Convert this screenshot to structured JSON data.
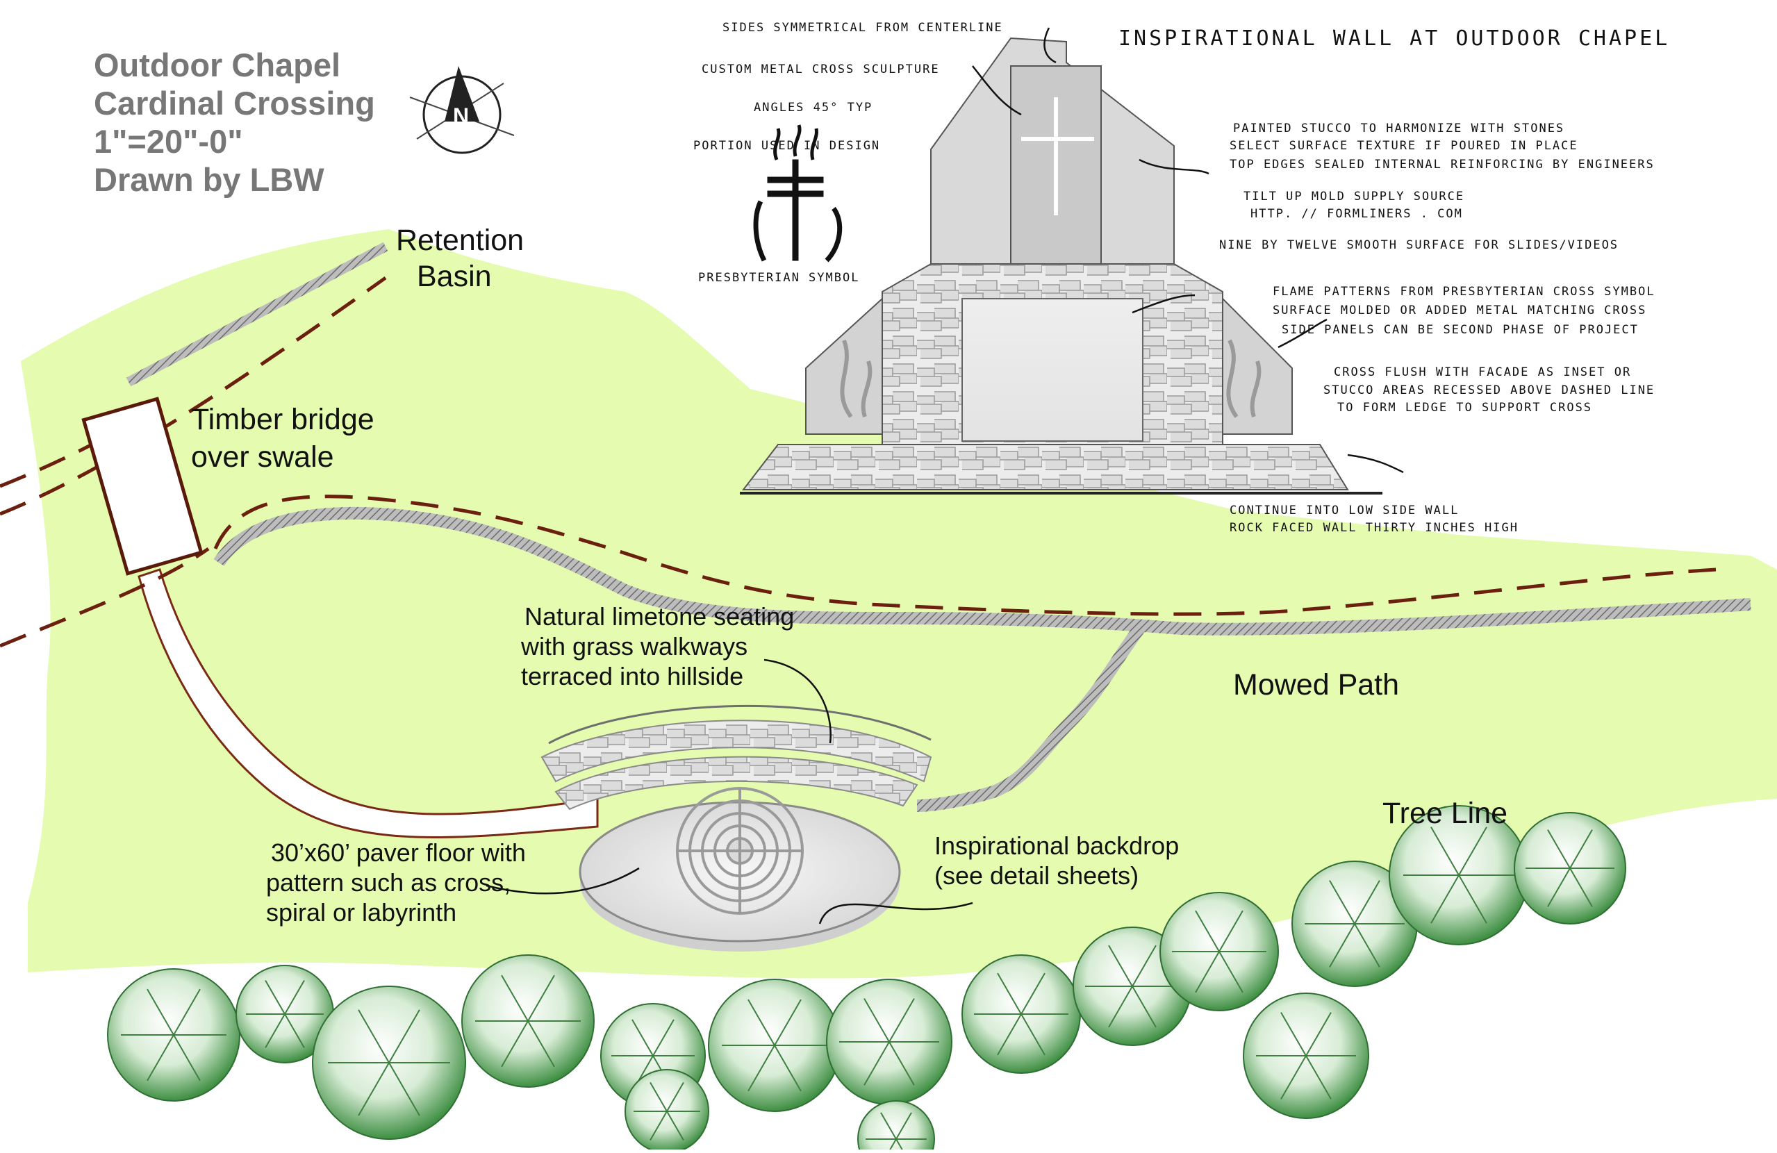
{
  "colors": {
    "lawn": "#e4fbb0",
    "path_dash": "#6b1f0f",
    "tree_green": "#4f9c4f",
    "wall_gray": "#d9d9d9",
    "title_gray": "#777777"
  },
  "title_block": {
    "line1": "Outdoor Chapel",
    "line2": "Cardinal Crossing",
    "line3": "1\"=20\"-0\"",
    "line4": "Drawn by LBW"
  },
  "north_arrow": {
    "letter": "N"
  },
  "plan_labels": {
    "retention_basin_1": "Retention",
    "retention_basin_2": "Basin",
    "timber_bridge_1": "Timber bridge",
    "timber_bridge_2": "over swale",
    "seating_1": "Natural limetone seating",
    "seating_2": "with grass walkways",
    "seating_3": "terraced into hillside",
    "mowed_path": "Mowed Path",
    "tree_line": "Tree Line",
    "paver_1": "30’x60’ paver floor with",
    "paver_2": "pattern such as cross,",
    "paver_3": "spiral or labyrinth",
    "backdrop_1": "Inspirational backdrop",
    "backdrop_2": "(see detail sheets)"
  },
  "elevation": {
    "title": "INSPIRATIONAL WALL AT OUTDOOR CHAPEL",
    "notes": {
      "sides": "SIDES SYMMETRICAL FROM CENTERLINE",
      "cross_sculpture": "CUSTOM METAL CROSS SCULPTURE",
      "angles": "ANGLES 45° TYP",
      "portion": "PORTION USED IN DESIGN",
      "symbol": "PRESBYTERIAN SYMBOL",
      "stucco_1": "PAINTED STUCCO TO HARMONIZE WITH STONES",
      "stucco_2": "SELECT SURFACE TEXTURE IF POURED IN PLACE",
      "stucco_3": "TOP EDGES SEALED INTERNAL REINFORCING BY ENGINEERS",
      "mold_1": "TILT UP MOLD SUPPLY SOURCE",
      "mold_2": "HTTP. // FORMLINERS . COM",
      "screen": "NINE BY TWELVE SMOOTH SURFACE FOR SLIDES/VIDEOS",
      "flame_1": "FLAME PATTERNS FROM PRESBYTERIAN CROSS SYMBOL",
      "flame_2": "SURFACE MOLDED OR ADDED METAL MATCHING CROSS",
      "flame_3": "SIDE PANELS CAN BE SECOND PHASE OF PROJECT",
      "flush_1": "CROSS FLUSH WITH FACADE AS INSET OR",
      "flush_2": "STUCCO AREAS RECESSED ABOVE DASHED LINE",
      "flush_3": "TO FORM LEDGE TO SUPPORT CROSS",
      "wall_1": "CONTINUE INTO LOW SIDE WALL",
      "wall_2": "ROCK FACED WALL THIRTY INCHES HIGH"
    }
  }
}
